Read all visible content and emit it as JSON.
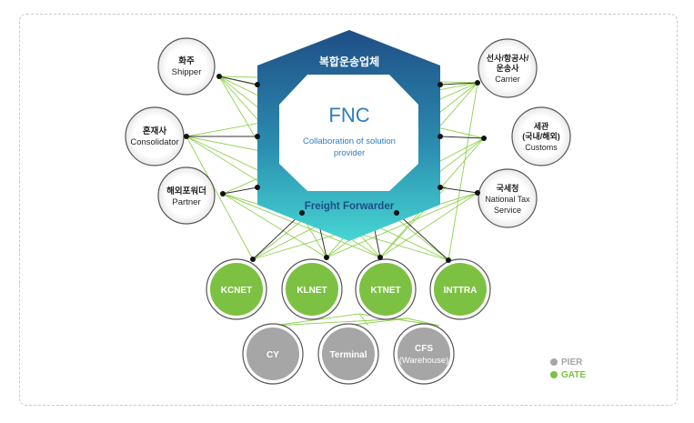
{
  "hub": {
    "top_label": "복합운송업체",
    "name": "FNC",
    "subtitle_line1": "Collaboration of solution",
    "subtitle_line2": "provider",
    "bottom_label": "Freight Forwarder"
  },
  "left_nodes": [
    {
      "line1": "화주",
      "line2": "Shipper"
    },
    {
      "line1": "혼재사",
      "line2": "Consolidator"
    },
    {
      "line1": "해외포워더",
      "line2": "Partner"
    }
  ],
  "right_nodes": [
    {
      "lines": [
        "선사/항공사/",
        "운송사",
        "Carrier"
      ]
    },
    {
      "lines": [
        "세관",
        "(국내/해외)",
        "Customs"
      ]
    },
    {
      "lines": [
        "국세청",
        "National Tax",
        "Service"
      ]
    }
  ],
  "gate_nodes": [
    "KCNET",
    "KLNET",
    "KTNET",
    "INTTRA"
  ],
  "pier_nodes": [
    {
      "lines": [
        "CY"
      ]
    },
    {
      "lines": [
        "Terminal"
      ]
    },
    {
      "lines": [
        "CFS",
        "(Warehouse)"
      ]
    }
  ],
  "legend": {
    "pier_label": "PIER",
    "gate_label": "GATE",
    "pier_color": "#a6a6a6",
    "gate_color": "#7dc142"
  },
  "colors": {
    "hex_top": "#1f4e86",
    "hex_bottom": "#3fd1cf",
    "gate_fill": "#7dc142",
    "pier_fill": "#a6a6a6",
    "link_green": "#8fd14f",
    "link_dark": "#333333"
  }
}
